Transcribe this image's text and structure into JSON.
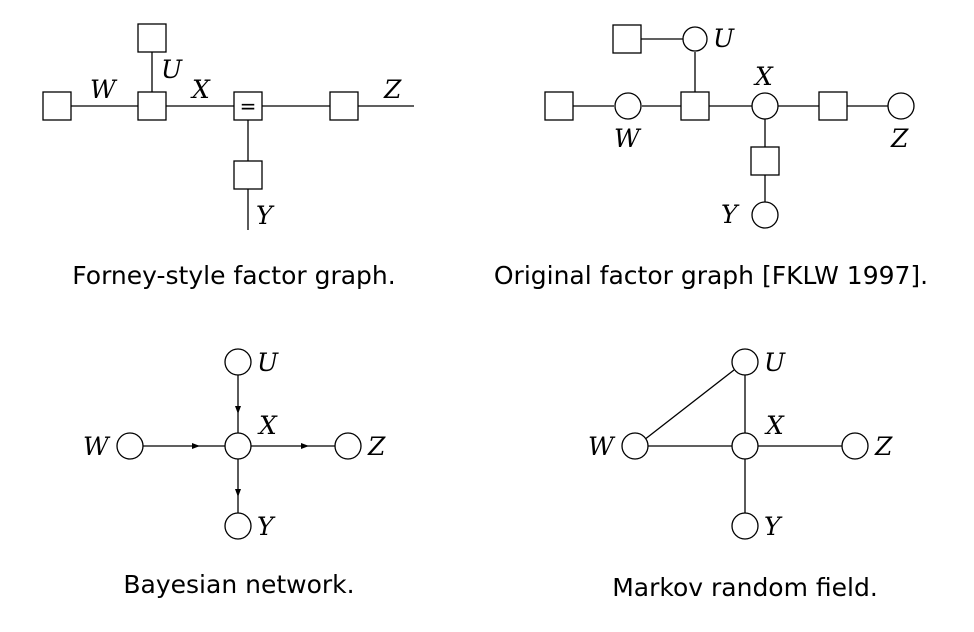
{
  "panels": {
    "forney": {
      "caption": "Forney-style factor graph.",
      "labels": {
        "W": "W",
        "U": "U",
        "X": "X",
        "Z": "Z",
        "Y": "Y"
      },
      "equality_symbol": "="
    },
    "original": {
      "caption": "Original factor graph [FKLW 1997].",
      "labels": {
        "U": "U",
        "X": "X",
        "W": "W",
        "Z": "Z",
        "Y": "Y"
      }
    },
    "bayesian": {
      "caption": "Bayesian network.",
      "labels": {
        "U": "U",
        "X": "X",
        "W": "W",
        "Z": "Z",
        "Y": "Y"
      }
    },
    "markov": {
      "caption": "Markov random field.",
      "labels": {
        "U": "U",
        "X": "X",
        "W": "W",
        "Z": "Z",
        "Y": "Y"
      }
    }
  }
}
